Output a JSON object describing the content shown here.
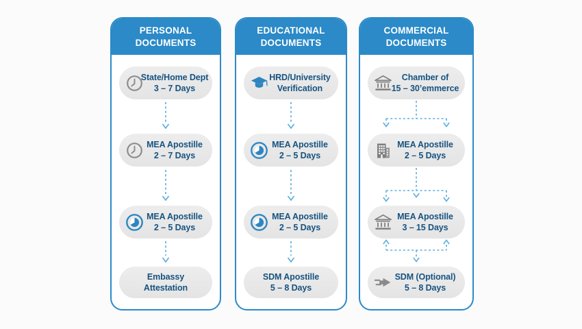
{
  "diagram": {
    "background": "#fbfbfc",
    "colors": {
      "header_blue": "#2b8ac7",
      "border_blue": "#2b8ac7",
      "pill_gray": "#e9e9e9",
      "text_navy": "#175380",
      "arrow_blue": "#5caede",
      "icon_gray": "#7f7f7f",
      "icon_blue": "#2e86c1"
    },
    "columns": [
      {
        "title_line1": "PERSONAL",
        "title_line2": "DOCUMENTS",
        "connector_style": "simple-dashed-down-arrows",
        "steps": [
          {
            "icon": "clock-icon",
            "line1": "State/Home Dept",
            "line2": "3 – 7 Days"
          },
          {
            "icon": "clock-icon",
            "line1": "MEA Apostille",
            "line2": "2 – 7 Days"
          },
          {
            "icon": "badge-icon",
            "line1": "MEA Apostille",
            "line2": "2 – 5 Days"
          },
          {
            "icon": null,
            "line1": "Embassy",
            "line2": "Attestation"
          }
        ]
      },
      {
        "title_line1": "EDUCATIONAL",
        "title_line2": "DOCUMENTS",
        "connector_style": "simple-dashed-down-arrows",
        "steps": [
          {
            "icon": "graduation-cap-icon",
            "line1": "HRD/University",
            "line2": "Verification"
          },
          {
            "icon": "badge-icon",
            "line1": "MEA Apostille",
            "line2": "2 – 5 Days"
          },
          {
            "icon": "badge-icon",
            "line1": "MEA Apostille",
            "line2": "2 – 5 Days"
          },
          {
            "icon": null,
            "line1": "SDM Apostille",
            "line2": "5 – 8 Days"
          }
        ]
      },
      {
        "title_line1": "COMMERCIAL",
        "title_line2": "DOCUMENTS",
        "connector_style": "branched-dashed-arrows",
        "steps": [
          {
            "icon": "bank-icon",
            "line1": "Chamber of",
            "line2": "15 – 30’emmerce"
          },
          {
            "icon": "building-icon",
            "line1": "MEA Apostille",
            "line2": "2 – 5 Days"
          },
          {
            "icon": "bank-icon",
            "line1": "MEA Apostille",
            "line2": "3 – 15 Days"
          },
          {
            "icon": "fast-arrow-icon",
            "line1": "SDM (Optional)",
            "line2": "5 – 8 Days"
          }
        ]
      }
    ]
  }
}
